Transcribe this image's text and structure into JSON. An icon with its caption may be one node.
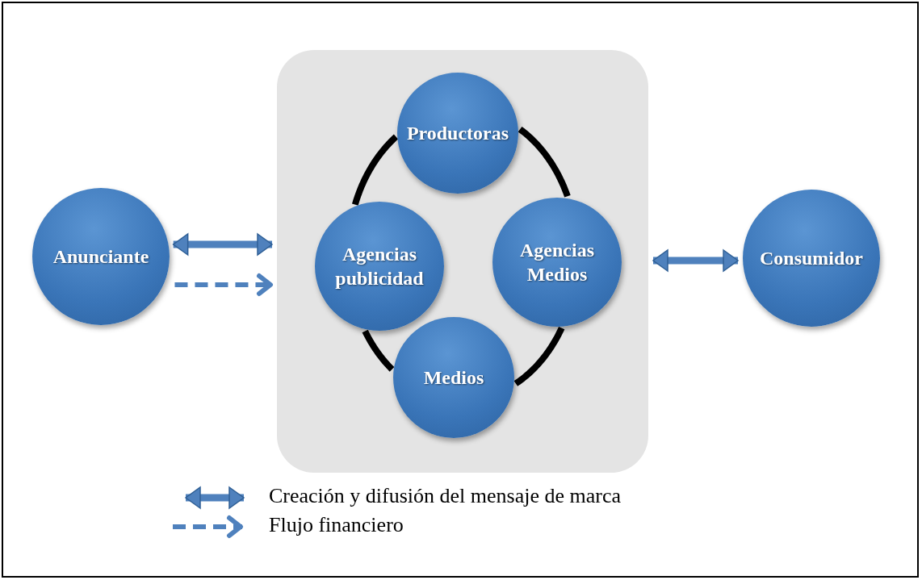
{
  "diagram": {
    "nodes": [
      {
        "text": [
          "Anunciante"
        ]
      },
      {
        "text": [],
        "shape": "box"
      },
      {
        "text": [
          "Productoras"
        ],
        "in": 1
      },
      {
        "text": [
          "Agencias publicidad"
        ],
        "in": 1
      },
      {
        "text": [
          "Agencias Medios"
        ],
        "in": 1
      },
      {
        "text": [
          "Medios"
        ],
        "in": 1
      },
      {
        "text": [
          "Consumidor"
        ]
      }
    ],
    "edges": [
      {
        "from": 0,
        "to": 1,
        "arrow": "both",
        "color": "#4f81bd"
      },
      {
        "from": 0,
        "to": 1,
        "arrow": "to",
        "style": "dashed",
        "color": "#4f81bd"
      },
      {
        "from": 1,
        "to": 6,
        "arrow": "both",
        "color": "#4f81bd"
      },
      {
        "from": 2,
        "to": 4,
        "arrow": "none"
      },
      {
        "from": 4,
        "to": 5,
        "arrow": "none"
      },
      {
        "from": 5,
        "to": 3,
        "arrow": "none"
      },
      {
        "from": 3,
        "to": 2,
        "arrow": "none"
      }
    ],
    "legend": [
      {
        "text": "Creación y difusión del mensaje de marca"
      },
      {
        "text": "Flujo financiero"
      }
    ]
  }
}
